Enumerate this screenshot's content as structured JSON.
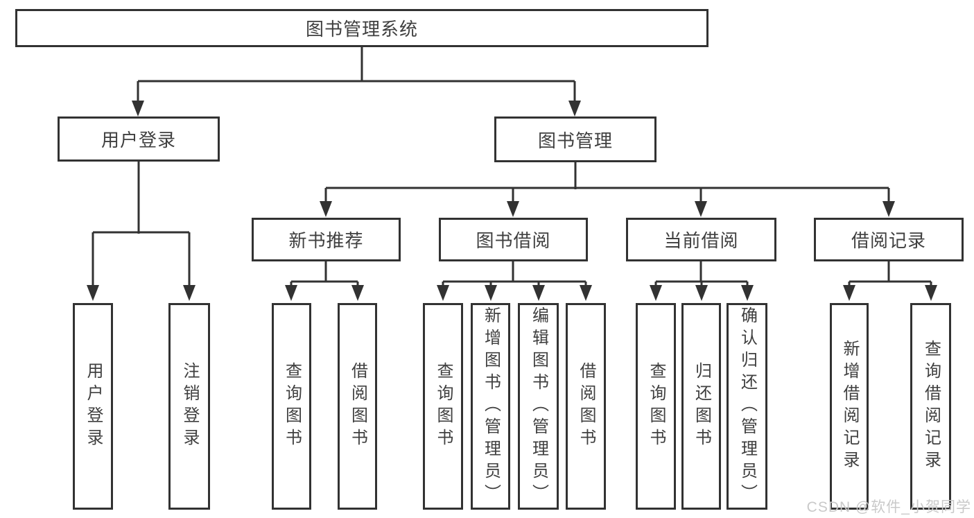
{
  "colors": {
    "line": "#323232",
    "text": "#3f3f3f",
    "background": "#ffffff",
    "watermark": "#c9c9c9"
  },
  "tree": {
    "root": "图书管理系统",
    "branches": [
      {
        "label": "用户登录",
        "leaves": [
          "用户登录",
          "注销登录"
        ]
      },
      {
        "label": "图书管理",
        "groups": [
          {
            "label": "新书推荐",
            "leaves": [
              "查询图书",
              "借阅图书"
            ]
          },
          {
            "label": "图书借阅",
            "leaves": [
              "查询图书",
              "新增图书（管理员）",
              "编辑图书（管理员）",
              "借阅图书"
            ]
          },
          {
            "label": "当前借阅",
            "leaves": [
              "查询图书",
              "归还图书",
              "确认归还（管理员）"
            ]
          },
          {
            "label": "借阅记录",
            "leaves": [
              "新增借阅记录",
              "查询借阅记录"
            ]
          }
        ]
      }
    ]
  },
  "watermark": "CSDN @软件_小贺同学"
}
